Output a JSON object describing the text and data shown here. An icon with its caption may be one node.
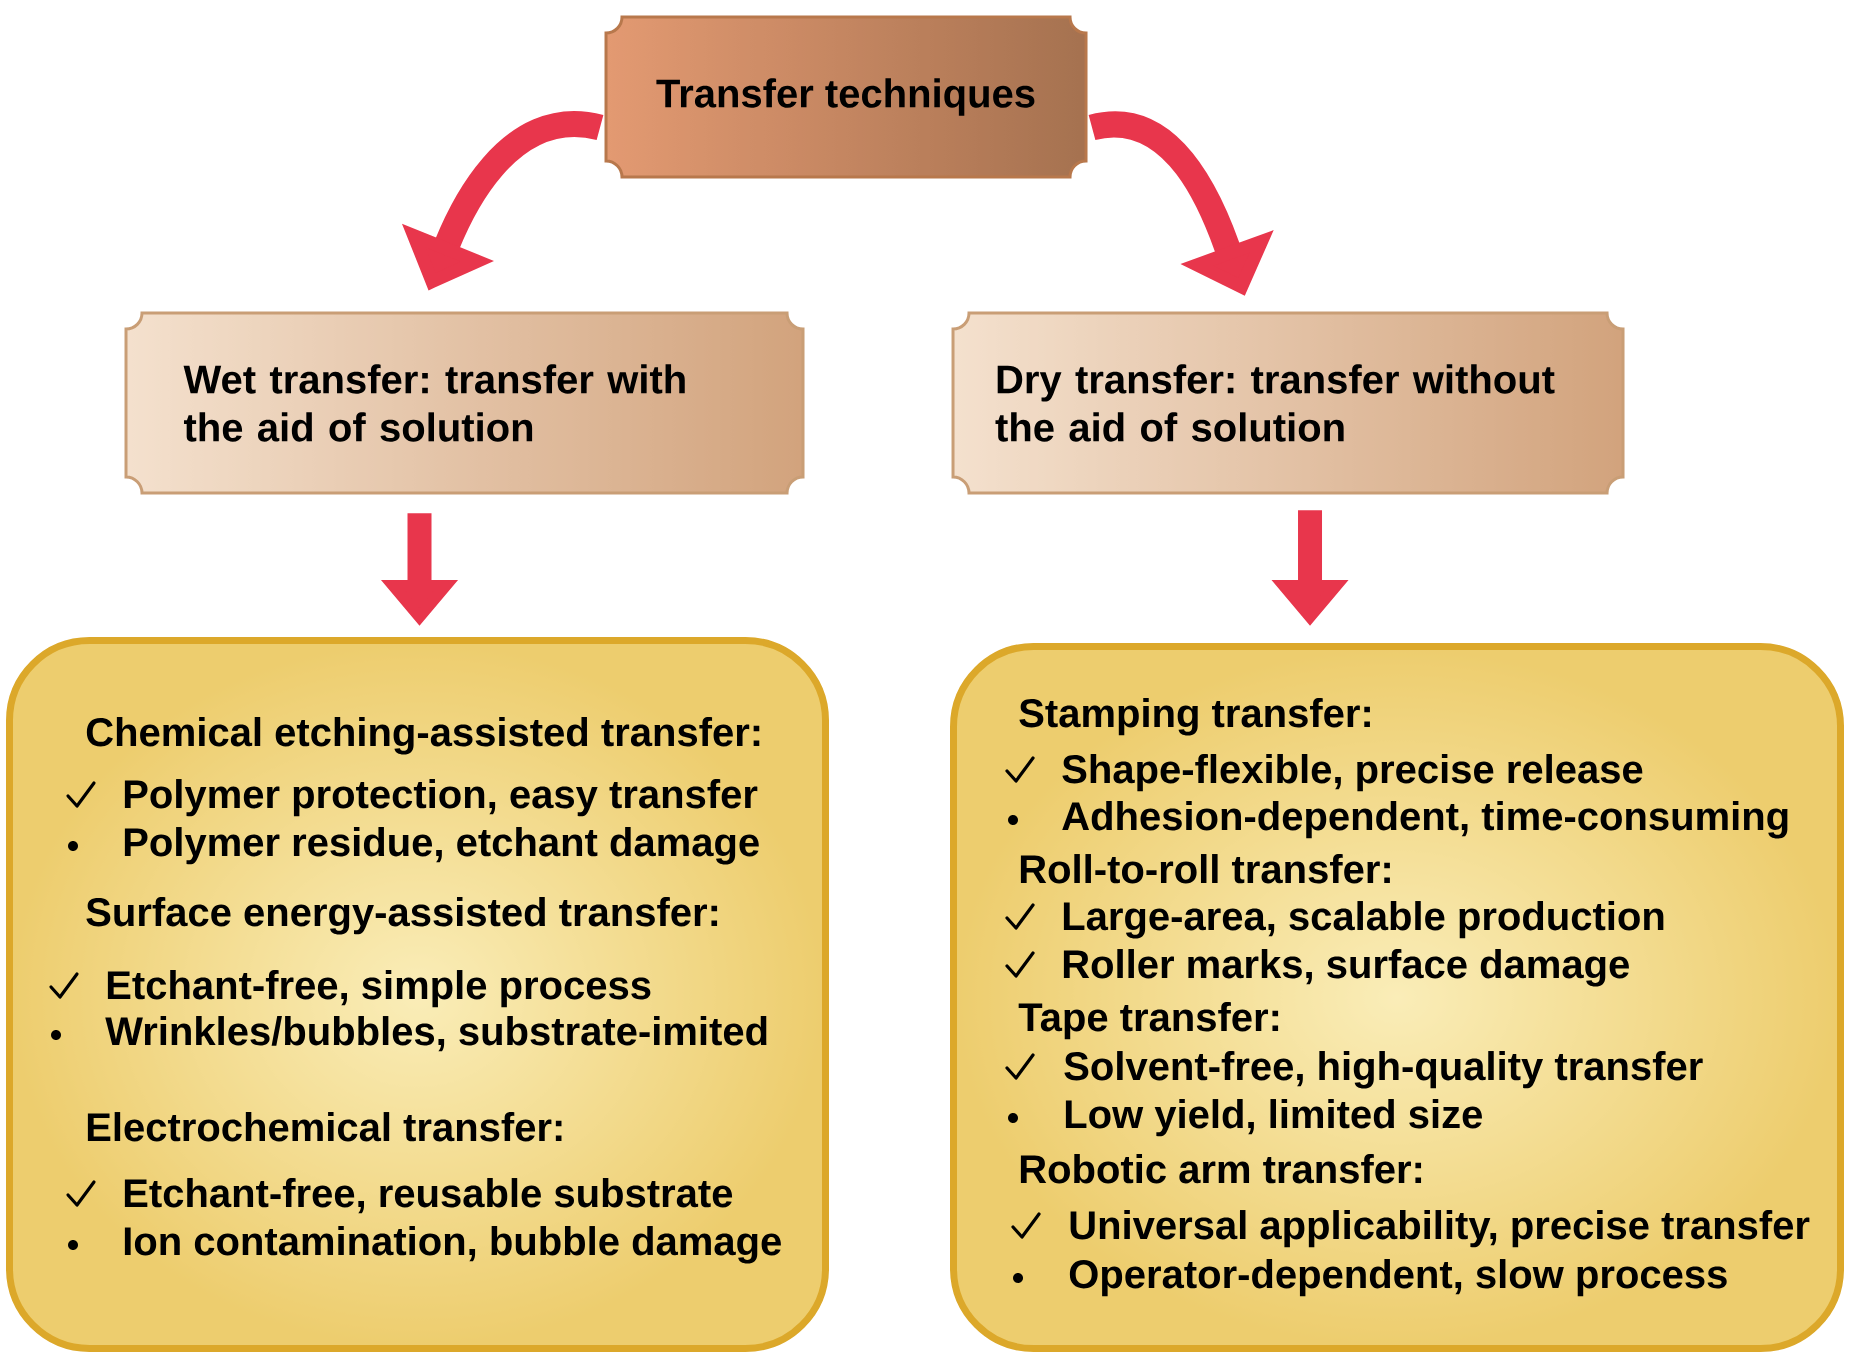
{
  "diagram": {
    "nodes": [
      {
        "text": [
          "Transfer techniques"
        ]
      },
      {
        "text": [
          "Wet transfer: transfer with the aid of solution"
        ]
      },
      {
        "text": [
          "Dry transfer: transfer without the aid of solution"
        ]
      },
      {
        "text": [
          "Chemical etching-assisted transfer:",
          "Polymer protection, easy transfer",
          "Polymer residue, etchant damage",
          "Surface energy-assisted transfer:",
          "Etchant-free, simple process",
          "Wrinkles/bubbles, substrate-imited",
          "Electrochemical transfer:",
          "Etchant-free, reusable substrate",
          "Ion contamination, bubble damage"
        ]
      },
      {
        "text": [
          "Stamping transfer:",
          "Shape-flexible, precise release",
          "Adhesion-dependent, time-consuming",
          "Roll-to-roll transfer:",
          "Large-area, scalable production",
          "Roller marks, surface damage",
          "Tape transfer:",
          "Solvent-free, high-quality transfer",
          "Low yield, limited size",
          "Robotic arm transfer:",
          "Universal applicability, precise transfer",
          "Operator-dependent, slow process"
        ]
      }
    ],
    "edges": [
      {
        "from": 0,
        "to": 1,
        "arrow": "to"
      },
      {
        "from": 0,
        "to": 2,
        "arrow": "to"
      },
      {
        "from": 1,
        "to": 3,
        "arrow": "to"
      },
      {
        "from": 2,
        "to": 4,
        "arrow": "to"
      }
    ]
  }
}
